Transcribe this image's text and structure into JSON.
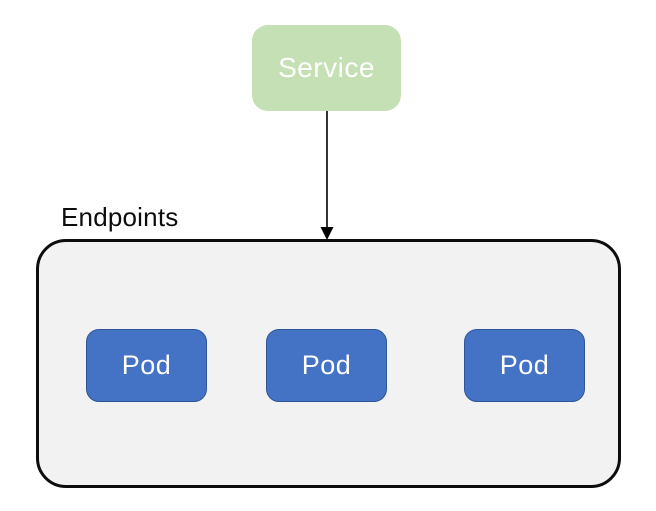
{
  "diagram": {
    "service": {
      "label": "Service"
    },
    "endpoints": {
      "label": "Endpoints"
    },
    "pods": [
      {
        "label": "Pod"
      },
      {
        "label": "Pod"
      },
      {
        "label": "Pod"
      }
    ],
    "arrow": {
      "from": "service",
      "to": "endpoints",
      "direction": "down"
    }
  },
  "colors": {
    "service_fill": "#c5e0b4",
    "endpoints_fill": "#f2f2f2",
    "endpoints_border": "#0d0d0d",
    "pod_fill": "#4472c4",
    "pod_border": "#2f5597",
    "node_text": "#ffffff",
    "label_text": "#0d0d0d",
    "arrow_color": "#000000"
  }
}
